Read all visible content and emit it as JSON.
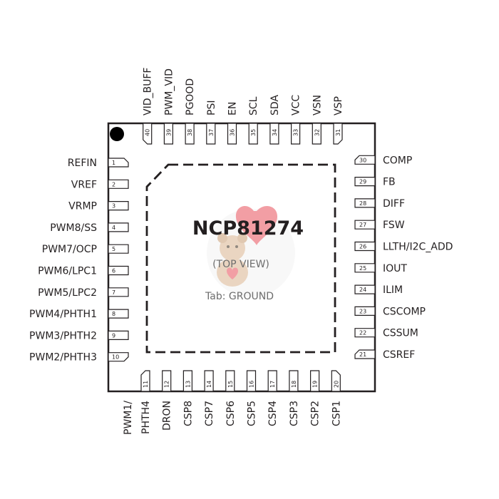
{
  "part_number": "NCP81274",
  "view_label": "(TOP VIEW)",
  "tab_label": "Tab: GROUND",
  "pins": {
    "left": [
      {
        "num": "1",
        "name": "REFIN"
      },
      {
        "num": "2",
        "name": "VREF"
      },
      {
        "num": "3",
        "name": "VRMP"
      },
      {
        "num": "4",
        "name": "PWM8/SS"
      },
      {
        "num": "5",
        "name": "PWM7/OCP"
      },
      {
        "num": "6",
        "name": "PWM6/LPC1"
      },
      {
        "num": "7",
        "name": "PWM5/LPC2"
      },
      {
        "num": "8",
        "name": "PWM4/PHTH1"
      },
      {
        "num": "9",
        "name": "PWM3/PHTH2"
      },
      {
        "num": "10",
        "name": "PWM2/PHTH3"
      }
    ],
    "bottom": [
      {
        "num": "11",
        "name": "PWM1/",
        "name2": "PHTH4"
      },
      {
        "num": "12",
        "name": "DRON"
      },
      {
        "num": "13",
        "name": "CSP8"
      },
      {
        "num": "14",
        "name": "CSP7"
      },
      {
        "num": "15",
        "name": "CSP6"
      },
      {
        "num": "16",
        "name": "CSP5"
      },
      {
        "num": "17",
        "name": "CSP4"
      },
      {
        "num": "18",
        "name": "CSP3"
      },
      {
        "num": "19",
        "name": "CSP2"
      },
      {
        "num": "20",
        "name": "CSP1"
      }
    ],
    "right": [
      {
        "num": "21",
        "name": "CSREF"
      },
      {
        "num": "22",
        "name": "CSSUM"
      },
      {
        "num": "23",
        "name": "CSCOMP"
      },
      {
        "num": "24",
        "name": "ILIM"
      },
      {
        "num": "25",
        "name": "IOUT"
      },
      {
        "num": "26",
        "name": "LLTH/I2C_ADD"
      },
      {
        "num": "27",
        "name": "FSW"
      },
      {
        "num": "28",
        "name": "DIFF"
      },
      {
        "num": "29",
        "name": "FB"
      },
      {
        "num": "30",
        "name": "COMP"
      }
    ],
    "top": [
      {
        "num": "31",
        "name": "VSP"
      },
      {
        "num": "32",
        "name": "VSN"
      },
      {
        "num": "33",
        "name": "VCC"
      },
      {
        "num": "34",
        "name": "SDA"
      },
      {
        "num": "35",
        "name": "SCL"
      },
      {
        "num": "36",
        "name": "EN"
      },
      {
        "num": "37",
        "name": "PSI"
      },
      {
        "num": "38",
        "name": "PGOOD"
      },
      {
        "num": "39",
        "name": "PWM_VID"
      },
      {
        "num": "40",
        "name": "VID_BUFF"
      }
    ]
  },
  "watermark": "teddy-bear-with-heart-balloon"
}
